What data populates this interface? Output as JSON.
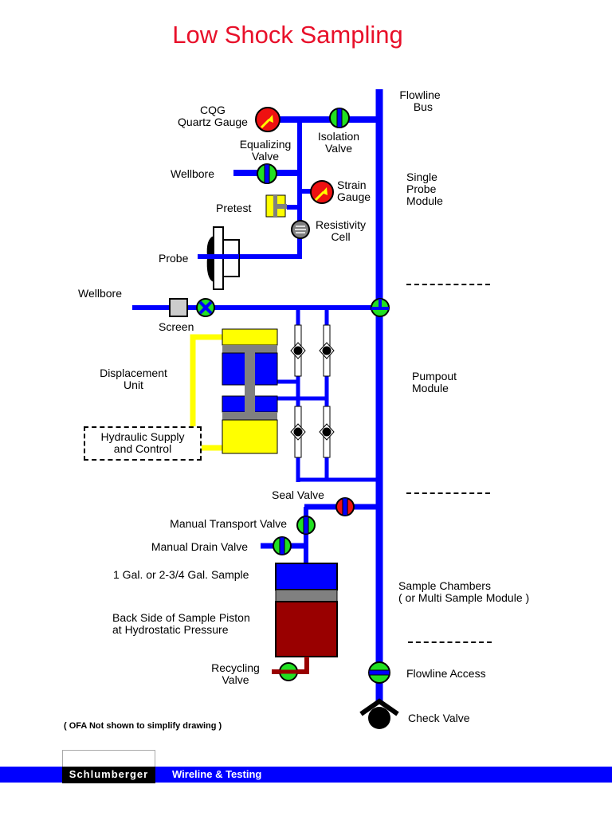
{
  "title": "Low Shock Sampling",
  "colors": {
    "title": "#e8102a",
    "flowline": "#0000ff",
    "valve_green": "#22e022",
    "valve_red": "#ee1111",
    "hydraulic": "#ffff00",
    "piston": "#808080",
    "back_side": "#990000",
    "footer": "#0000ff"
  },
  "modules": {
    "flowline_bus": "Flowline\n  Bus",
    "single_probe": "Single\nProbe\nModule",
    "pumpout": "Pumpout\nModule",
    "sample_chambers": "Sample Chambers\n( or Multi Sample Module )"
  },
  "components": {
    "cqg": "CQG\nQuartz Gauge",
    "isolation_valve": "Isolation\nValve",
    "equalizing_valve": "Equalizing\nValve",
    "wellbore_top": "Wellbore",
    "strain_gauge": "Strain\nGauge",
    "pretest": "Pretest",
    "resistivity_cell": "Resistivity\nCell",
    "probe": "Probe",
    "wellbore_mid": "Wellbore",
    "screen": "Screen",
    "displacement_unit": "Displacement\nUnit",
    "hydraulic_supply": "Hydraulic Supply\nand Control",
    "seal_valve": "Seal Valve",
    "manual_transport_valve": "Manual Transport Valve",
    "manual_drain_valve": "Manual Drain Valve",
    "sample_volume": "1 Gal. or 2-3/4 Gal. Sample",
    "back_side": "Back Side of Sample Piston\nat Hydrostatic Pressure",
    "recycling_valve": "Recycling\nValve",
    "flowline_access": "Flowline Access",
    "check_valve": "Check Valve"
  },
  "note": "( OFA Not shown to simplify drawing )",
  "footer": {
    "logo": "Schlumberger",
    "division": "Wireline & Testing"
  }
}
